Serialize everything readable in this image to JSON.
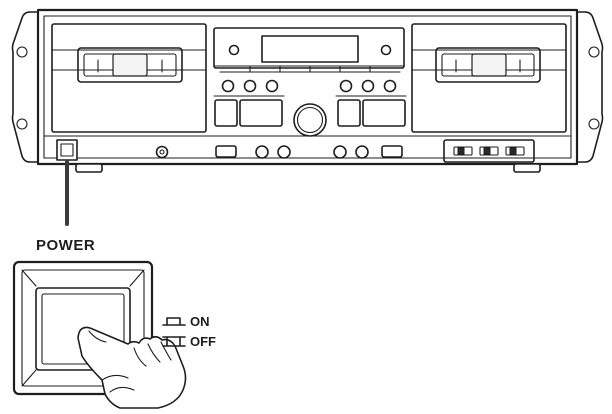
{
  "callout": {
    "power_label": "POWER"
  },
  "switch_legend": {
    "on_label": "ON",
    "off_label": "OFF"
  },
  "colors": {
    "line": "#1e1e1e",
    "background": "#ffffff"
  }
}
